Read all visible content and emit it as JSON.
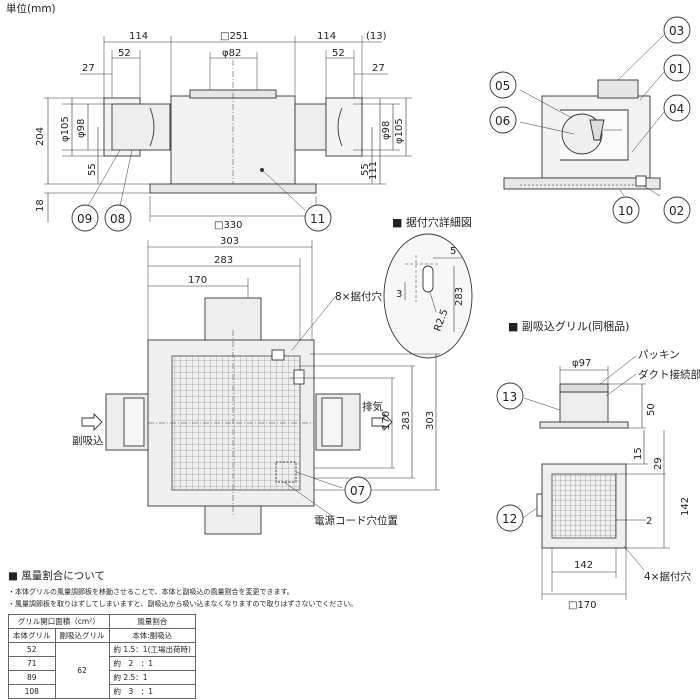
{
  "unit_label": "単位(mm)",
  "front_view": {
    "dims": {
      "d114_left": "114",
      "d251": "□251",
      "d114_right": "114",
      "d13": "(13)",
      "d52_left": "52",
      "d82": "φ82",
      "d52_right": "52",
      "d27_left": "27",
      "d27_right": "27",
      "d204": "204",
      "d105_left": "φ105",
      "d98_left": "φ98",
      "d98_right": "φ98",
      "d105_right": "φ105",
      "d55_left": "55",
      "d55_right": "55",
      "d111": "111",
      "d18": "18",
      "d330": "□330"
    },
    "callouts": [
      "09",
      "08",
      "11"
    ]
  },
  "side_view": {
    "callouts": [
      "03",
      "01",
      "05",
      "04",
      "06",
      "10",
      "02"
    ]
  },
  "mount_detail": {
    "title": "■ 据付穴詳細図",
    "dims": {
      "d5": "5",
      "d3": "3",
      "d283": "283",
      "r25": "R2.5"
    }
  },
  "plan_view": {
    "dims": {
      "d303_top": "303",
      "d283_top": "283",
      "d170_top": "170",
      "d170_side": "170",
      "d283_side": "283",
      "d303_side": "303"
    },
    "labels": {
      "holes": "8×据付穴",
      "exhaust": "排気",
      "sub_intake": "副吸込",
      "power_cord": "電源コード穴位置"
    },
    "callouts": [
      "07"
    ]
  },
  "grille": {
    "title": "■ 副吸込グリル(同梱品)",
    "labels": {
      "packing": "パッキン",
      "duct": "ダクト接続部",
      "holes": "4×据付穴"
    },
    "dims": {
      "d97": "φ97",
      "d50": "50",
      "d15": "15",
      "d29": "29",
      "d142_side": "142",
      "d2": "2",
      "d142_bottom": "142",
      "d170": "□170"
    },
    "callouts": [
      "13",
      "12"
    ]
  },
  "air_ratio": {
    "title": "■ 風量割合について",
    "notes": [
      "・本体グリルの風量調節板を移動させることで、本体と副吸込の風量割合を変更できます。",
      "・風量調節板を取りはずしてしまいますと、副吸込から吸い込まなくなりますので取りはずさないでください。"
    ],
    "table": {
      "header_group": "グリル開口面積（cm²）",
      "col_main": "本体グリル",
      "col_sub": "副吸込グリル",
      "header_ratio": "風量割合",
      "header_ratio_sub": "本体:副吸込",
      "sub_value": "62",
      "rows": [
        {
          "main": "52",
          "ratio": "約 1.5：1(工場出荷時)"
        },
        {
          "main": "71",
          "ratio": "約　2　：1"
        },
        {
          "main": "89",
          "ratio": "約 2.5：1"
        },
        {
          "main": "108",
          "ratio": "約　3　：1"
        }
      ]
    }
  }
}
